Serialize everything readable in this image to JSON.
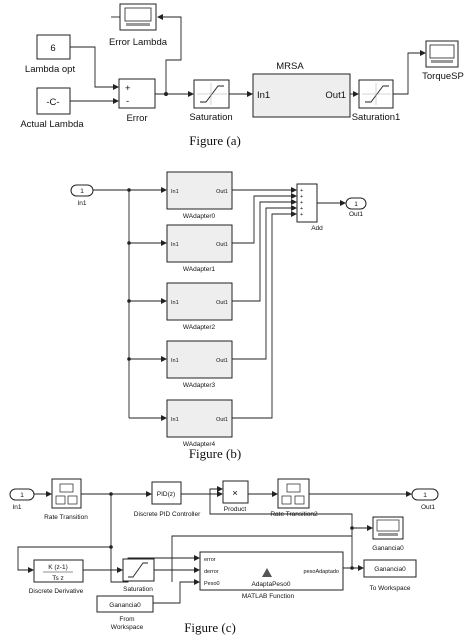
{
  "figure_a": {
    "caption": "Figure (a)",
    "blocks": {
      "scope_error": "Error Lambda",
      "const_lambda_opt_value": "6",
      "const_lambda_opt_label": "Lambda opt",
      "const_actual_value": "-C-",
      "const_actual_label": "Actual Lambda",
      "sum_label": "Error",
      "sum_plus": "+",
      "sum_minus": "-",
      "saturation": "Saturation",
      "mrsa_title": "MRSA",
      "mrsa_in": "In1",
      "mrsa_out": "Out1",
      "saturation1": "Saturation1",
      "scope_torque": "TorqueSP"
    }
  },
  "figure_b": {
    "caption": "Figure (b)",
    "in_port_num": "1",
    "in_port_label": "In1",
    "out_port_num": "1",
    "out_port_label": "Out1",
    "add_label": "Add",
    "port_in": "In1",
    "port_out": "Out1",
    "adapters": [
      "WAdapter0",
      "WAdapter1",
      "WAdapter2",
      "WAdapter3",
      "WAdapter4"
    ]
  },
  "figure_c": {
    "caption": "Figure (c)",
    "in_port_num": "1",
    "in_port_label": "In1",
    "out_port_num": "1",
    "out_port_label": "Out1",
    "rate_transition": "Rate Transition",
    "pid_block": "PID(z)",
    "pid_label": "Discrete PID Controller",
    "product_symbol": "×",
    "product_label": "Product",
    "rate_transition2": "Rate Transition2",
    "scope_ganancia": "Ganancia0",
    "deriv_numerator": "K (z-1)",
    "deriv_denominator": "Ts z",
    "deriv_label": "Discrete Derivative",
    "saturation": "Saturation",
    "fn_in_error": "error",
    "fn_in_derror": "derror",
    "fn_in_peso": "Peso0",
    "fn_out": "pesoAdaptado",
    "fn_name": "AdaptaPeso0",
    "fn_label": "MATLAB Function",
    "to_workspace_value": "Ganancia0",
    "to_workspace_label": "To Workspace",
    "from_workspace_value": "Ganancia0",
    "from_workspace_label_1": "From",
    "from_workspace_label_2": "Workspace"
  }
}
